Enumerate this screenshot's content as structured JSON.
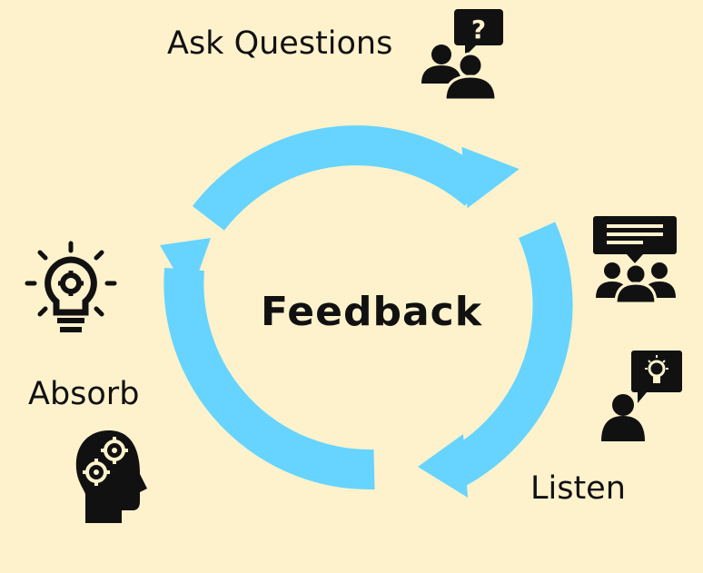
{
  "diagram": {
    "center_label": "Feedback",
    "steps": [
      {
        "label": "Ask Questions",
        "icon": "question-speech-users-icon"
      },
      {
        "label": "Listen",
        "icon": "presentation-audience-icon"
      },
      {
        "label": "Absorb",
        "icon": "lightbulb-gear-icon"
      }
    ],
    "extra_icons": [
      "person-idea-speech-icon",
      "head-gears-icon"
    ],
    "colors": {
      "background": "#fdf2cc",
      "arrow": "#66d4ff",
      "ink": "#111111"
    }
  }
}
